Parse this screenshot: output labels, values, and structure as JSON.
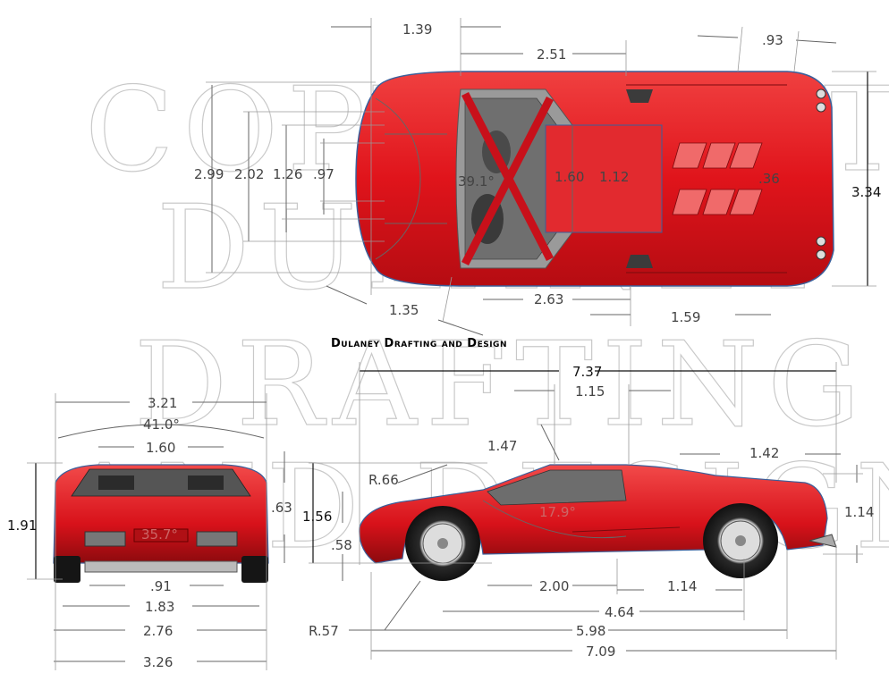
{
  "title": "Dulaney Drafting and Design",
  "watermark": [
    "COPYRIGHT",
    "DULANEY",
    "DRAFTING",
    "AND DESIGN"
  ],
  "top_view": {
    "dims": [
      "1.39",
      "2.51",
      ".93",
      "2.99",
      "2.02",
      "1.26",
      ".97",
      "3.34",
      "1.35",
      "2.63",
      "1.59",
      "39.1°",
      "1.60",
      "1.12",
      ".36"
    ]
  },
  "front_view": {
    "dims": [
      "3.21",
      "41.0°",
      "1.60",
      "1.91",
      ".63",
      "35.7°",
      ".91",
      "1.83",
      "2.76",
      "3.26"
    ]
  },
  "side_view": {
    "dims": [
      "7.37",
      "1.15",
      "1.47",
      "1.42",
      "R.66",
      "1.56",
      "17.9°",
      "1.14",
      ".58",
      "2.00",
      "1.14",
      "4.64",
      "R.57",
      "5.98",
      "7.09"
    ]
  },
  "colors": {
    "body": "#e0141b",
    "body_dark": "#9e0b0f",
    "outline": "#3b5f9a",
    "tire": "#1a1a1a"
  }
}
